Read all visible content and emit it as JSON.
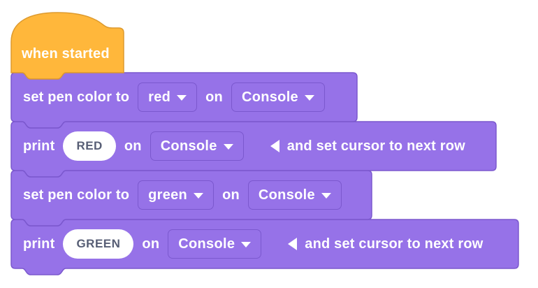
{
  "colors": {
    "hat_fill": "#FFB73B",
    "hat_stroke": "#DD9A2E",
    "block_fill": "#9672E8",
    "block_stroke": "#7B58CE",
    "field_bg": "#FFFFFF",
    "field_text": "#575E75",
    "label_text": "#FFFFFF"
  },
  "icons": {
    "dropdown_caret": "caret-down-triangle",
    "expander": "left-pointing-triangle"
  },
  "hat": {
    "label": "when started"
  },
  "blocks": [
    {
      "name": "set pen color",
      "label_prefix": "set pen color to",
      "color_value": "red",
      "on_label": "on",
      "target_value": "Console"
    },
    {
      "name": "print",
      "label_prefix": "print",
      "text_value": "RED",
      "on_label": "on",
      "target_value": "Console",
      "expander_label": "and set cursor to next row"
    },
    {
      "name": "set pen color",
      "label_prefix": "set pen color to",
      "color_value": "green",
      "on_label": "on",
      "target_value": "Console"
    },
    {
      "name": "print",
      "label_prefix": "print",
      "text_value": "GREEN",
      "on_label": "on",
      "target_value": "Console",
      "expander_label": "and set cursor to next row"
    }
  ]
}
